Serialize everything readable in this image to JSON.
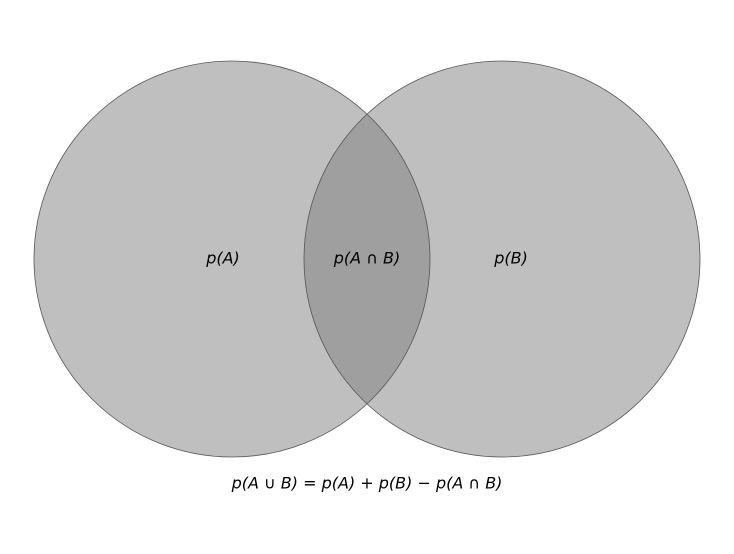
{
  "diagram": {
    "type": "venn",
    "sets": [
      {
        "id": "A",
        "label": "p(A)"
      },
      {
        "id": "B",
        "label": "p(B)"
      }
    ],
    "intersection_label": "p(A ∩ B)",
    "formula": "p(A ∪ B) = p(A) + p(B) − p(A ∩ B)",
    "colors": {
      "circle_fill": "#bfbfbf",
      "overlap_fill": "#9f9f9f",
      "circle_stroke": "#555555"
    }
  }
}
